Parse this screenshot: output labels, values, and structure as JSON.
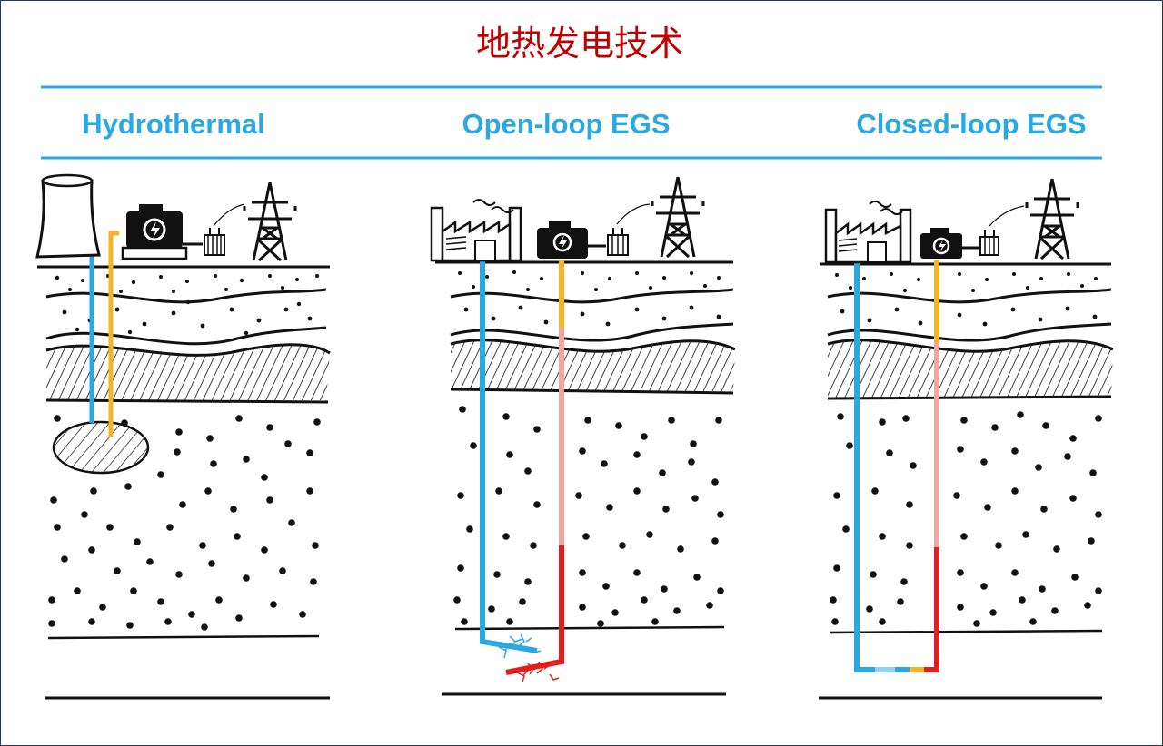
{
  "title": "地热发电技术",
  "columns": [
    {
      "label": "Hydrothermal"
    },
    {
      "label": "Open-loop EGS"
    },
    {
      "label": "Closed-loop EGS"
    }
  ],
  "colors": {
    "title": "#c00000",
    "accent": "#29a9e1",
    "cold_pipe": "#29a9e1",
    "warm_pipe": "#f5b522",
    "hot_pipe_light": "#f1a7a0",
    "hot_pipe": "#e41e1e",
    "ink": "#111111"
  },
  "icons": [
    "cooling-tower-icon",
    "generator-icon",
    "transformer-icon",
    "transmission-tower-icon",
    "power-plant-icon",
    "fracture-icon"
  ]
}
